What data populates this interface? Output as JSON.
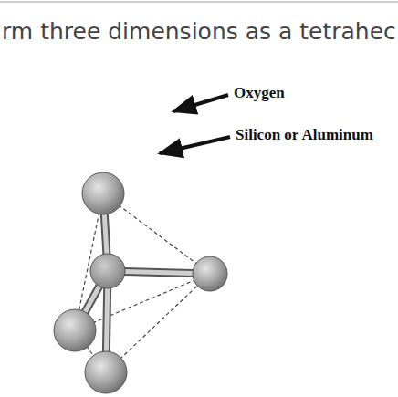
{
  "diagram": {
    "labels": [
      "rm three dimensions as a tetrahec",
      "Oxygen",
      "Silicon or Aluminum"
    ]
  }
}
